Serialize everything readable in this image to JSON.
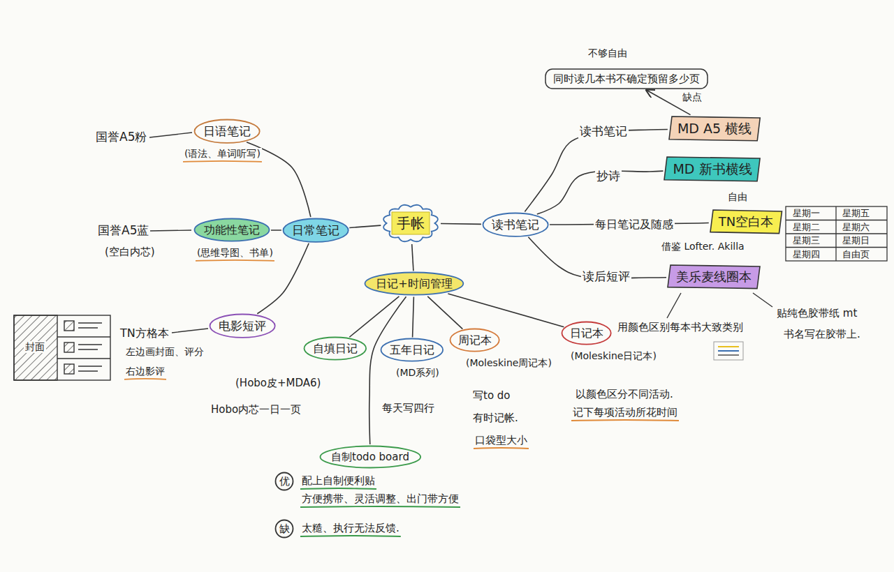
{
  "diagram": {
    "nodes": [
      {
        "text": [
          "手帐"
        ]
      },
      {
        "text": [
          "日常笔记"
        ]
      },
      {
        "text": [
          "日语笔记"
        ]
      },
      {
        "text": [
          "功能性笔记"
        ]
      },
      {
        "text": [
          "电影短评"
        ]
      },
      {
        "text": [
          "读书笔记"
        ]
      },
      {
        "text": [
          "同时读几本书不确定预留多少页"
        ]
      },
      {
        "text": [
          "MD A5 横线"
        ]
      },
      {
        "text": [
          "MD 新书横线"
        ]
      },
      {
        "text": [
          "TN空白本"
        ]
      },
      {
        "text": [
          "美乐麦线圈本"
        ]
      },
      {
        "text": [
          "日记+时间管理"
        ]
      },
      {
        "text": [
          "自填日记"
        ]
      },
      {
        "text": [
          "五年日记"
        ]
      },
      {
        "text": [
          "周记本"
        ]
      },
      {
        "text": [
          "日记本"
        ]
      },
      {
        "text": [
          "自制todo board"
        ]
      },
      {
        "text": [
          "优"
        ]
      },
      {
        "text": [
          "缺"
        ]
      }
    ],
    "edges": [
      {
        "from": 0,
        "to": 1,
        "arrow": "none"
      },
      {
        "from": 1,
        "to": 2,
        "arrow": "none"
      },
      {
        "from": 1,
        "to": 3,
        "arrow": "none"
      },
      {
        "from": 1,
        "to": 4,
        "arrow": "none"
      },
      {
        "from": 0,
        "to": 5,
        "arrow": "none"
      },
      {
        "from": 0,
        "to": 11,
        "arrow": "none"
      },
      {
        "from": 5,
        "to": 7,
        "arrow": "none"
      },
      {
        "from": 5,
        "to": 8,
        "arrow": "none"
      },
      {
        "from": 5,
        "to": 9,
        "arrow": "none"
      },
      {
        "from": 5,
        "to": 10,
        "arrow": "none"
      },
      {
        "from": 7,
        "to": 6,
        "label": "缺点",
        "arrow": "to"
      },
      {
        "from": 11,
        "to": 12,
        "arrow": "none"
      },
      {
        "from": 11,
        "to": 13,
        "arrow": "none"
      },
      {
        "from": 11,
        "to": 14,
        "arrow": "none"
      },
      {
        "from": 11,
        "to": 15,
        "arrow": "none"
      },
      {
        "from": 11,
        "to": 16,
        "arrow": "none"
      }
    ],
    "labels": [
      "国誉A5粉",
      "(语法、单词听写)",
      "国誉A5蓝",
      "(空白内芯)",
      "(思维导图、书单)",
      "TN方格本",
      "左边画封面、评分",
      "右边影评",
      "封面",
      "不够自由",
      "读书笔记",
      "抄诗",
      "每日笔记及随感",
      "自由",
      "借鉴 Lofter. Akilla",
      "星期一",
      "星期五",
      "星期二",
      "星期六",
      "星期三",
      "星期日",
      "星期四",
      "自由页",
      "读后短评",
      "用颜色区别每本书大致类别",
      "贴纯色胶带纸 mt",
      "书名写在胶带上.",
      "(Hobo皮+MDA6)",
      "Hobo内芯一日一页",
      "(MD系列)",
      "每天写四行",
      "(Moleskine周记本)",
      "写to do",
      "有时记帐.",
      "口袋型大小",
      "(Moleskine日记本)",
      "以颜色区分不同活动.",
      "记下每项活动所花时间",
      "配上自制便利贴",
      "方便携带、灵活调整、出门带方便",
      "太糙、执行无法反馈."
    ]
  }
}
